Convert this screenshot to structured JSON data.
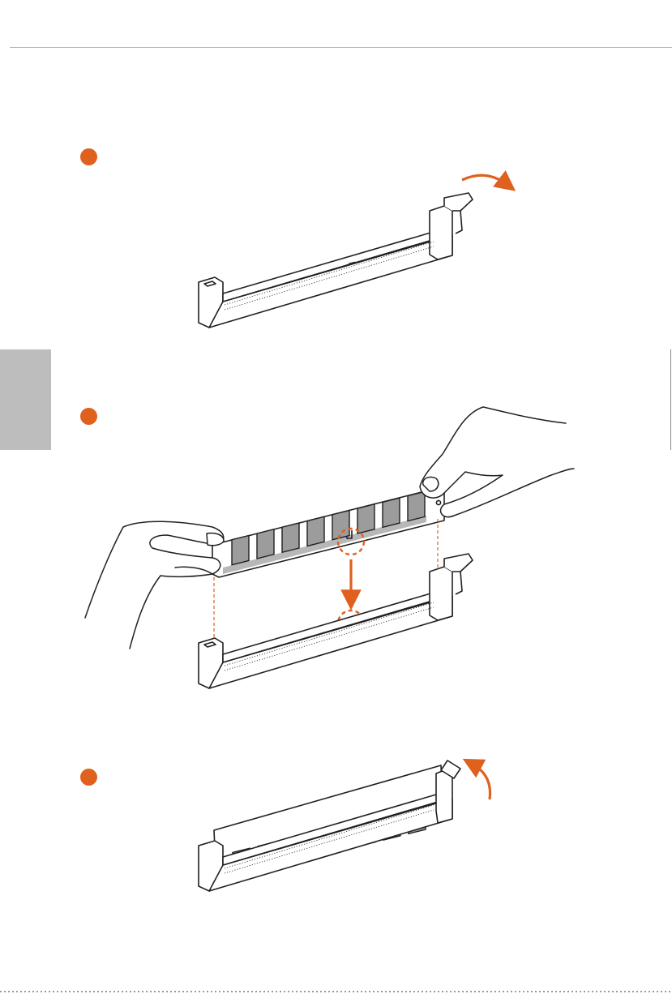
{
  "colors": {
    "accent": "#e0601e",
    "side_tab": "#bdbdbd",
    "line": "#231f20",
    "chip": "#9c9c9c",
    "contact_strip": "#b7b7b7"
  },
  "steps": [
    {
      "name": "step-1",
      "illustration": "open-dimm-slot-latch"
    },
    {
      "name": "step-2",
      "illustration": "align-and-insert-dimm"
    },
    {
      "name": "step-3",
      "illustration": "latch-closes-on-dimm"
    }
  ]
}
